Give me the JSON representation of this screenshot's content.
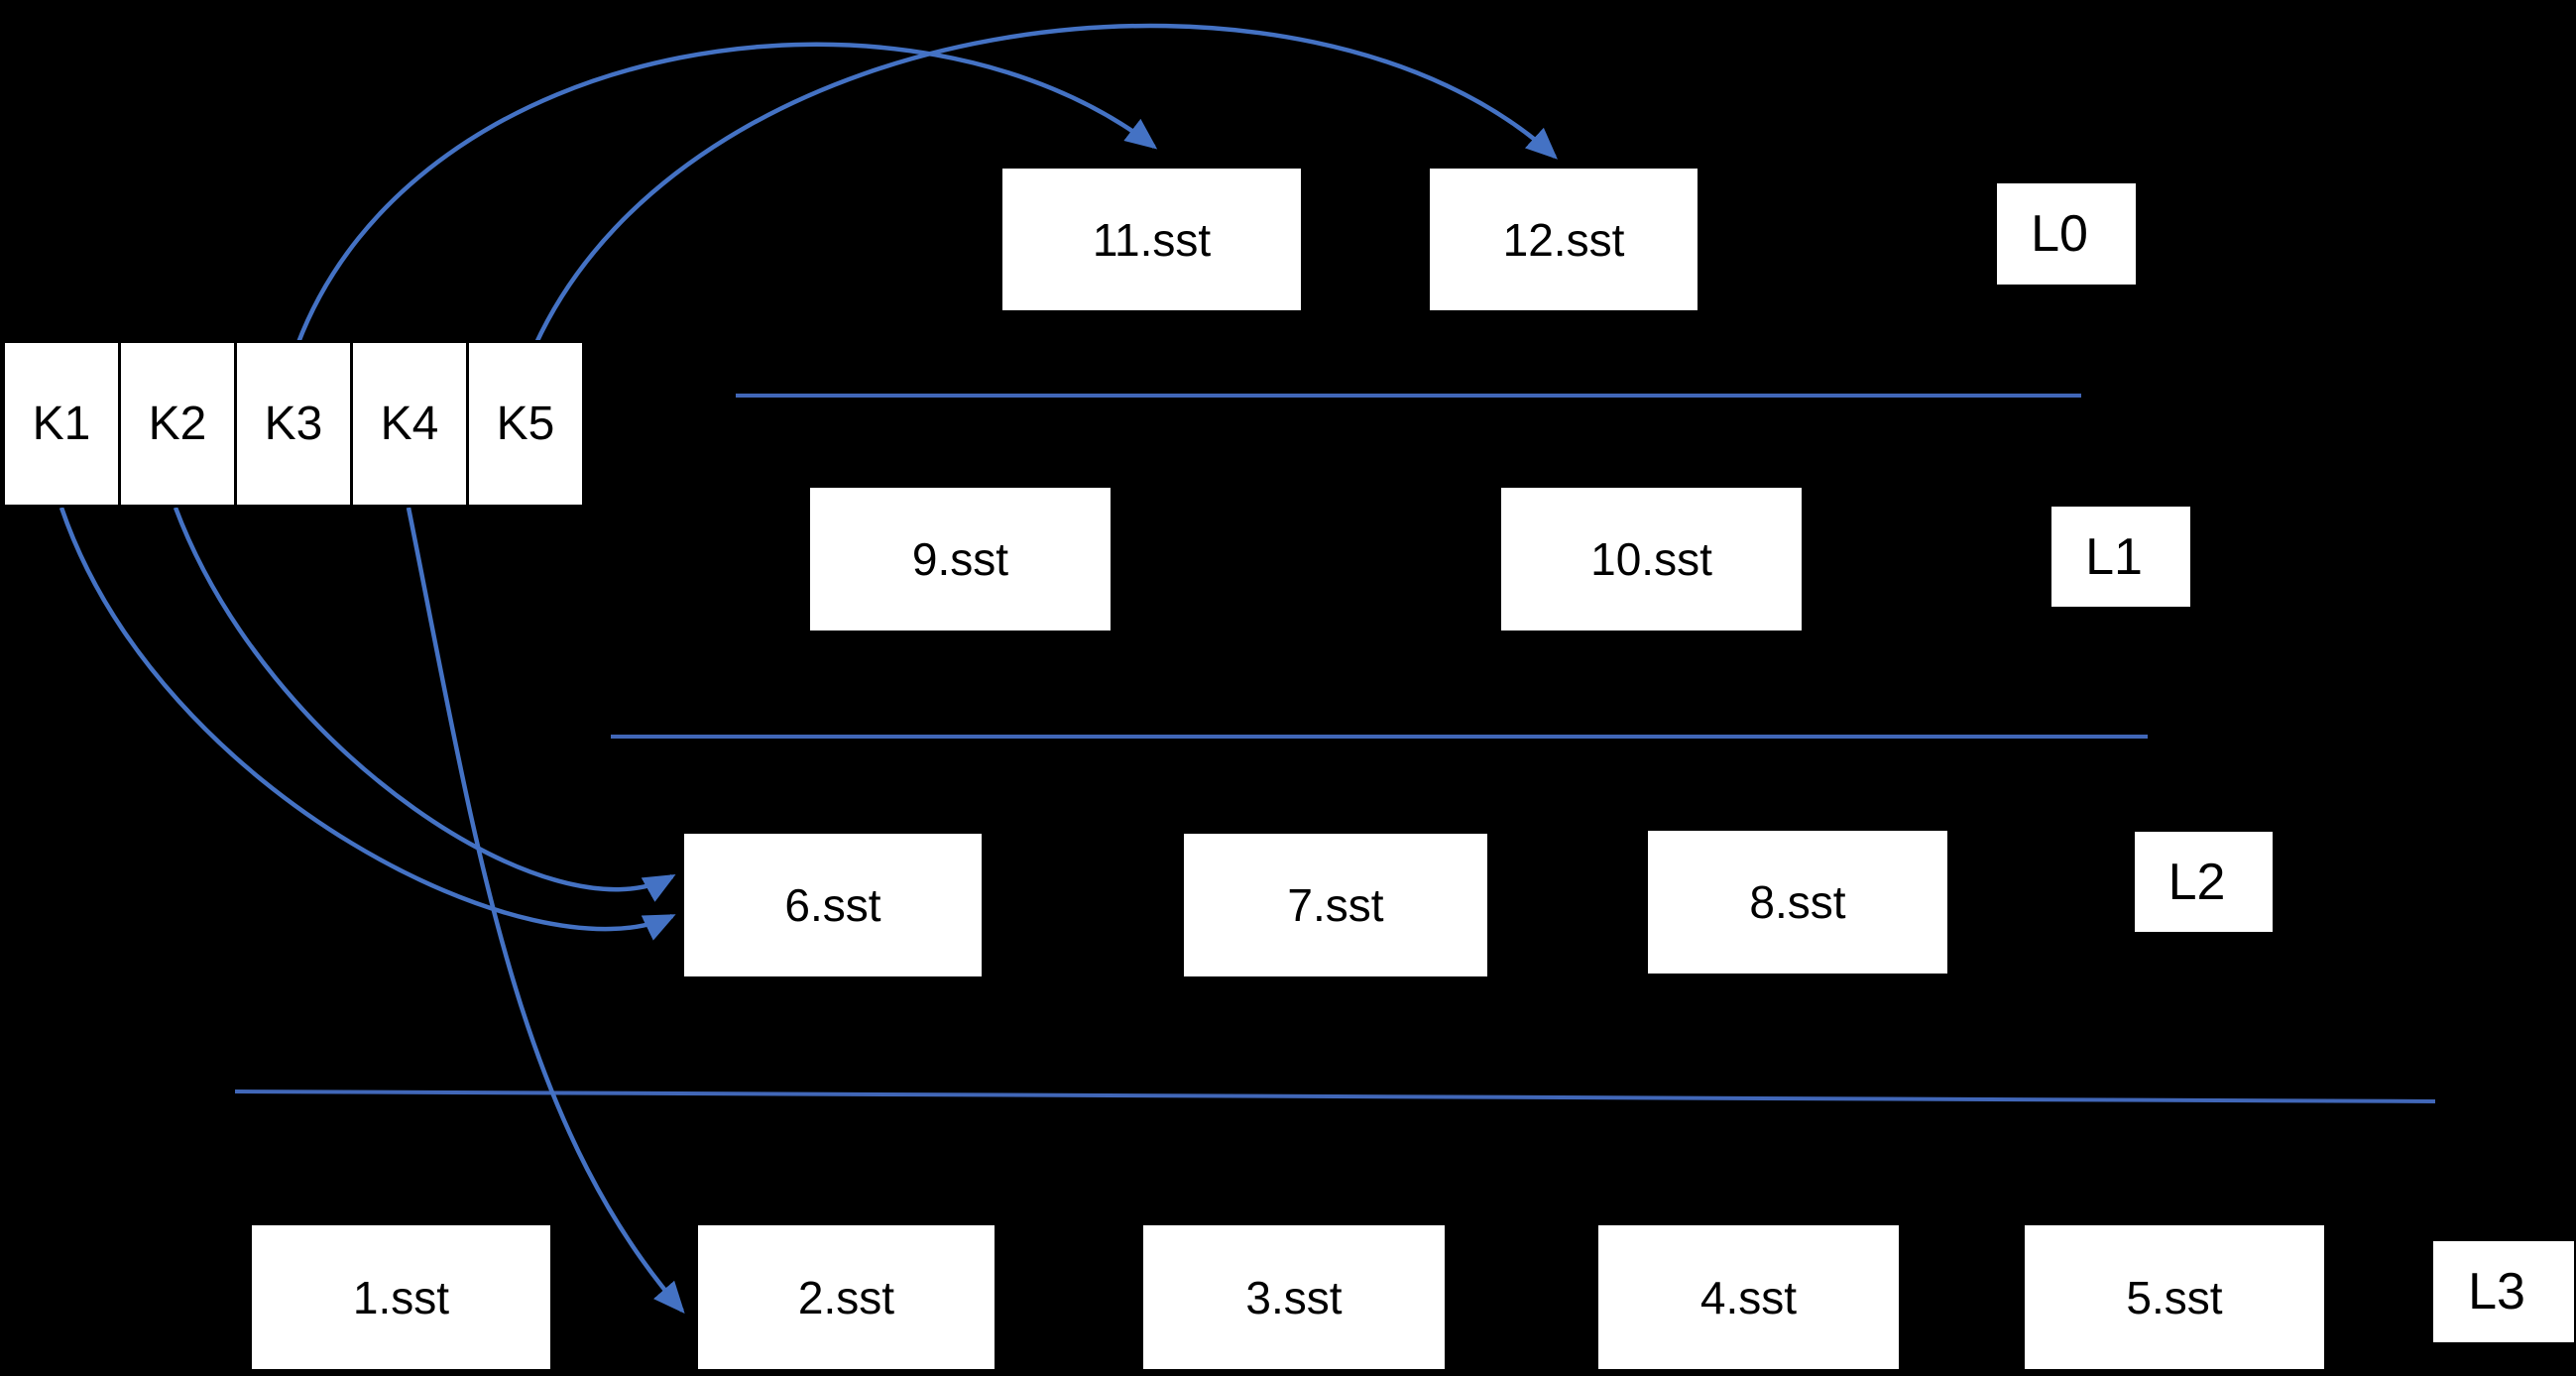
{
  "colors": {
    "background": "#000000",
    "arrow_blue": "#4472C4",
    "divider_blue": "#4167B8",
    "box_fill": "#FFFFFF",
    "text": "#000000"
  },
  "memtable": {
    "keys": [
      "K1",
      "K2",
      "K3",
      "K4",
      "K5"
    ]
  },
  "levels": [
    {
      "label": "L0",
      "files": [
        "11.sst",
        "12.sst"
      ]
    },
    {
      "label": "L1",
      "files": [
        "9.sst",
        "10.sst"
      ]
    },
    {
      "label": "L2",
      "files": [
        "6.sst",
        "7.sst",
        "8.sst"
      ]
    },
    {
      "label": "L3",
      "files": [
        "1.sst",
        "2.sst",
        "3.sst",
        "4.sst",
        "5.sst"
      ]
    }
  ],
  "arrows": [
    {
      "name": "arrow-k3-to-11sst",
      "from": "K3",
      "to": "11.sst"
    },
    {
      "name": "arrow-k5-to-12sst",
      "from": "K5",
      "to": "12.sst"
    },
    {
      "name": "arrow-k2-to-6sst",
      "from": "K2",
      "to": "6.sst"
    },
    {
      "name": "arrow-k1-to-6sst",
      "from": "K1",
      "to": "6.sst"
    },
    {
      "name": "arrow-k4-to-2sst",
      "from": "K4",
      "to": "2.sst"
    }
  ]
}
